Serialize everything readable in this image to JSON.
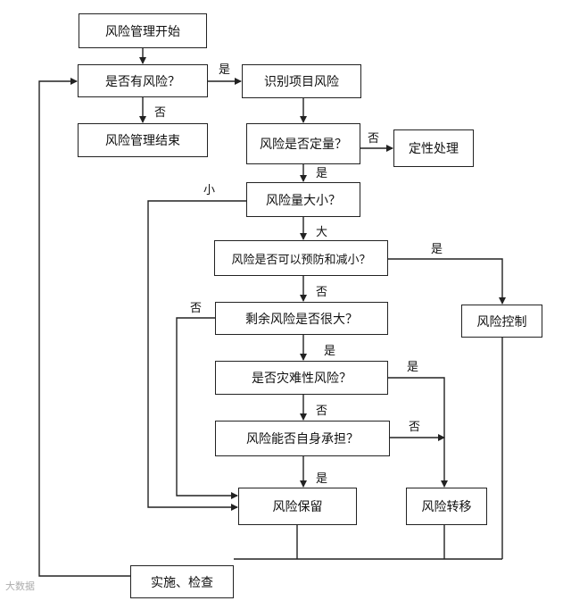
{
  "nodes": {
    "start": "风险管理开始",
    "has_risk": "是否有风险？",
    "end": "风险管理结束",
    "identify": "识别项目风险",
    "quantify": "风险是否定量？",
    "qualitative": "定性处理",
    "size": "风险量大小？",
    "prevent": "风险是否可以预防和减小？",
    "control": "风险控制",
    "residual": "剩余风险是否很大？",
    "catastrophic": "是否灾难性风险？",
    "bearable": "风险能否自身承担？",
    "retain": "风险保留",
    "transfer": "风险转移",
    "implement": "实施、检查"
  },
  "edge_labels": {
    "has_risk_yes": "是",
    "has_risk_no": "否",
    "quantify_no": "否",
    "quantify_yes": "是",
    "size_small": "小",
    "size_large": "大",
    "prevent_yes": "是",
    "prevent_no": "否",
    "residual_no": "否",
    "residual_yes": "是",
    "catastrophic_yes": "是",
    "catastrophic_no": "否",
    "bearable_no": "否",
    "bearable_yes": "是"
  },
  "watermark": "大数据"
}
